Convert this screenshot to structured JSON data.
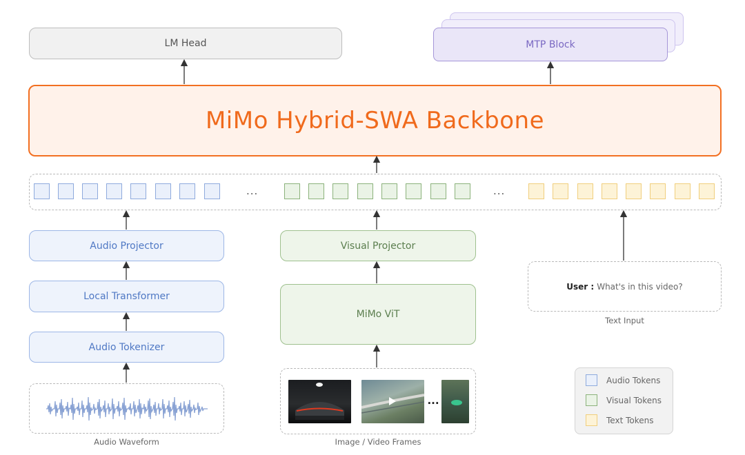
{
  "lm_head": "LM Head",
  "mtp_block": "MTP Block",
  "backbone": "MiMo Hybrid-SWA Backbone",
  "token_ellipsis": "...",
  "audio": {
    "projector": "Audio Projector",
    "local_transformer": "Local Transformer",
    "tokenizer": "Audio Tokenizer",
    "waveform_caption": "Audio Waveform"
  },
  "visual": {
    "projector": "Visual Projector",
    "vit": "MiMo ViT",
    "frames_caption": "Image / Video Frames",
    "frames_ellipsis": "..."
  },
  "text_input": {
    "user_label": "User :",
    "prompt": "What's in this video?",
    "caption": "Text Input"
  },
  "legend": {
    "audio": "Audio Tokens",
    "visual": "Visual Tokens",
    "text": "Text Tokens"
  },
  "colors": {
    "backbone_accent": "#f26f21",
    "audio_token": "#8eaadd",
    "visual_token": "#8bb27b",
    "text_token": "#f0ce7c",
    "mtp_accent": "#a596d8"
  }
}
